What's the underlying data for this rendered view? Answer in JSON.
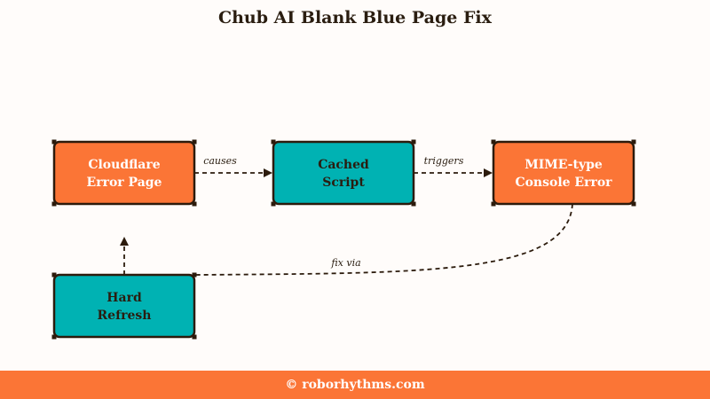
{
  "title": "Chub AI Blank Blue Page Fix",
  "colors": {
    "background": "#fffcfa",
    "orange": "#fb7536",
    "teal": "#00b2b3",
    "border": "#2c1b0c",
    "text_dark": "#2a1d10",
    "text_light": "#ffffff"
  },
  "nodes": [
    {
      "id": "cloudflare",
      "lines": [
        "Cloudflare",
        "Error Page"
      ],
      "fill": "orange"
    },
    {
      "id": "cached",
      "lines": [
        "Cached",
        "Script"
      ],
      "fill": "teal"
    },
    {
      "id": "mime",
      "lines": [
        "MIME-type",
        "Console Error"
      ],
      "fill": "orange"
    },
    {
      "id": "refresh",
      "lines": [
        "Hard",
        "Refresh"
      ],
      "fill": "teal"
    }
  ],
  "edges": [
    {
      "from": "cloudflare",
      "to": "cached",
      "label": "causes"
    },
    {
      "from": "cached",
      "to": "mime",
      "label": "triggers"
    },
    {
      "from": "mime",
      "to": "refresh",
      "label": "fix via"
    },
    {
      "from": "refresh",
      "to": "cloudflare",
      "label": ""
    }
  ],
  "footer": "© roborhythms.com"
}
